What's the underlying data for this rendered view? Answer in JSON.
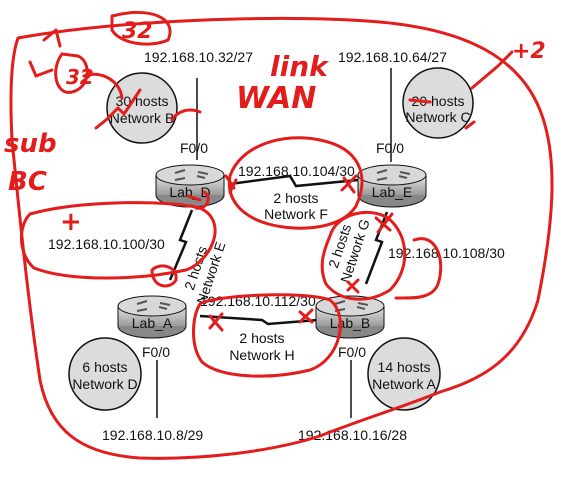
{
  "networks": {
    "b": {
      "hosts": "30 hosts",
      "name": "Network B",
      "subnet": "192.168.10.32/27"
    },
    "c": {
      "hosts": "20 hosts",
      "name": "Network C",
      "subnet": "192.168.10.64/27"
    },
    "d": {
      "hosts": "6 hosts",
      "name": "Network D",
      "subnet": "192.168.10.8/29"
    },
    "a": {
      "hosts": "14 hosts",
      "name": "Network A",
      "subnet": "192.168.10.16/28"
    },
    "e": {
      "hosts": "2 hosts",
      "name": "Network E",
      "subnet": "192.168.10.100/30"
    },
    "f": {
      "hosts": "2 hosts",
      "name": "Network F",
      "subnet": "192.168.10.104/30"
    },
    "g": {
      "hosts": "2 hosts",
      "name": "Network G",
      "subnet": "192.168.10.108/30"
    },
    "h": {
      "hosts": "2 hosts",
      "name": "Network H",
      "subnet": "192.168.10.112/30"
    }
  },
  "routers": {
    "lab_d": {
      "name": "Lab_D",
      "port": "F0/0"
    },
    "lab_e": {
      "name": "Lab_E",
      "port": "F0/0"
    },
    "lab_a": {
      "name": "Lab_A",
      "port": "F0/0"
    },
    "lab_b": {
      "name": "Lab_B",
      "port": "F0/0"
    }
  },
  "annotations": {
    "n32": "32",
    "n32b": "32",
    "link": "link",
    "wan": "WAN",
    "sub": "sub",
    "bc": "BC",
    "plus2": "+2",
    "plus": "+"
  }
}
